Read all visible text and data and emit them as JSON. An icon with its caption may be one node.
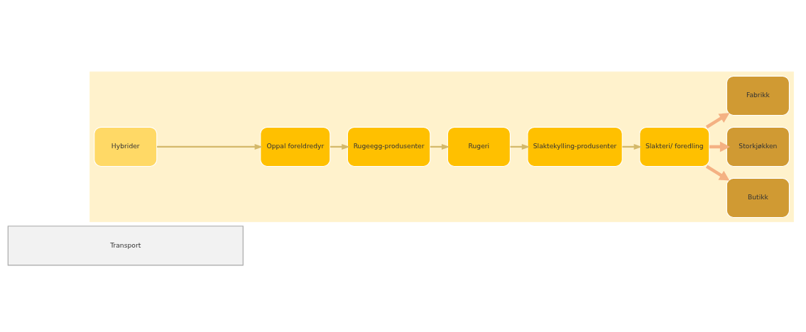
{
  "diagram": {
    "nodes": [
      {
        "text": [
          "Transport"
        ]
      },
      {
        "text": [],
        "shape": "arrow"
      },
      {
        "text": [
          "Hybrider"
        ],
        "in": 1
      },
      {
        "text": [
          "Oppal foreldredyr"
        ],
        "in": 1
      },
      {
        "text": [
          "Rugeegg-produsenter"
        ],
        "in": 1
      },
      {
        "text": [
          "Rugeri"
        ],
        "in": 1
      },
      {
        "text": [
          "Slaktekylling-produsenter"
        ],
        "in": 1
      },
      {
        "text": [
          "Slakteri/ foredling"
        ],
        "in": 1
      },
      {
        "text": [
          "Butikk"
        ],
        "in": 1
      },
      {
        "text": [
          "Storkjøkken"
        ],
        "in": 1
      },
      {
        "text": [
          "Fabrikk"
        ],
        "in": 1
      }
    ],
    "edges": [
      {
        "from": 2,
        "to": 3,
        "arrow": "to"
      },
      {
        "from": 3,
        "to": 4,
        "arrow": "to"
      },
      {
        "from": 4,
        "to": 5,
        "arrow": "to"
      },
      {
        "from": 5,
        "to": 6,
        "arrow": "to"
      },
      {
        "from": 6,
        "to": 7,
        "arrow": "to"
      },
      {
        "from": 7,
        "to": 8,
        "arrow": "to",
        "style": "thick",
        "color": "#f4b183"
      },
      {
        "from": 7,
        "to": 9,
        "arrow": "to",
        "style": "thick",
        "color": "#f4b183"
      },
      {
        "from": 7,
        "to": 10,
        "arrow": "to",
        "style": "thick",
        "color": "#f4b183"
      }
    ]
  }
}
